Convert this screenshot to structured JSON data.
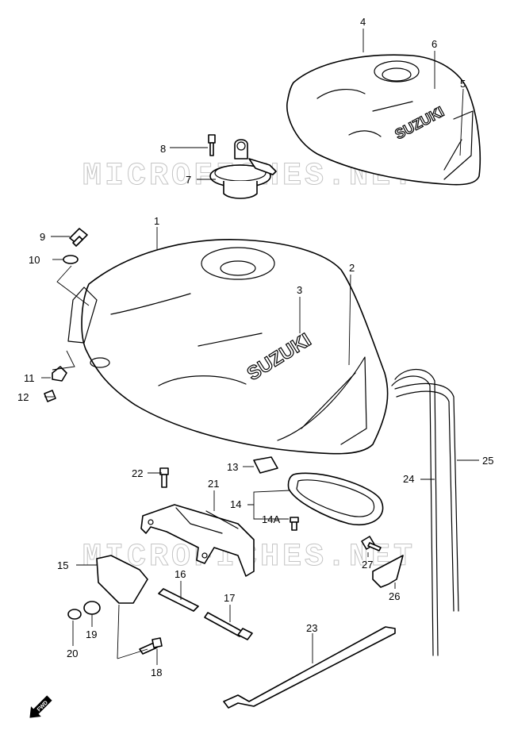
{
  "watermark": "MICROFICHES.NET",
  "brand_text": "SUZUKI",
  "fwd_label": "FWD",
  "callouts": {
    "c1": "1",
    "c2": "2",
    "c3": "3",
    "c4": "4",
    "c5": "5",
    "c6": "6",
    "c7": "7",
    "c8": "8",
    "c9": "9",
    "c10": "10",
    "c11": "11",
    "c12": "12",
    "c13": "13",
    "c14": "14",
    "c14a": "14A",
    "c15": "15",
    "c16": "16",
    "c17": "17",
    "c18": "18",
    "c19": "19",
    "c20": "20",
    "c21": "21",
    "c22": "22",
    "c23": "23",
    "c24": "24",
    "c25": "25",
    "c26": "26",
    "c27": "27"
  },
  "parts": [
    {
      "ref": "1",
      "name": "fuel-tank"
    },
    {
      "ref": "2",
      "name": "tank-side-decal"
    },
    {
      "ref": "3",
      "name": "suzuki-emblem"
    },
    {
      "ref": "4",
      "name": "tank-cover"
    },
    {
      "ref": "5",
      "name": "cover-side-decal"
    },
    {
      "ref": "6",
      "name": "cover-emblem"
    },
    {
      "ref": "7",
      "name": "fuel-cap"
    },
    {
      "ref": "8",
      "name": "cap-bolt"
    },
    {
      "ref": "9",
      "name": "mounting-bolt"
    },
    {
      "ref": "10",
      "name": "washer"
    },
    {
      "ref": "11",
      "name": "cushion"
    },
    {
      "ref": "12",
      "name": "cap-nut"
    },
    {
      "ref": "13",
      "name": "rubber-cushion"
    },
    {
      "ref": "14",
      "name": "fuel-pump-plate"
    },
    {
      "ref": "14A",
      "name": "plate-bolt"
    },
    {
      "ref": "15",
      "name": "rear-bracket"
    },
    {
      "ref": "16",
      "name": "pin"
    },
    {
      "ref": "17",
      "name": "long-bolt"
    },
    {
      "ref": "18",
      "name": "bracket-bolt"
    },
    {
      "ref": "19",
      "name": "bush"
    },
    {
      "ref": "20",
      "name": "collar"
    },
    {
      "ref": "21",
      "name": "tank-bracket"
    },
    {
      "ref": "22",
      "name": "bracket-bolt-upper"
    },
    {
      "ref": "23",
      "name": "prop-rod"
    },
    {
      "ref": "24",
      "name": "breather-hose"
    },
    {
      "ref": "25",
      "name": "drain-hose"
    },
    {
      "ref": "26",
      "name": "clamp"
    },
    {
      "ref": "27",
      "name": "clamp-screw"
    }
  ]
}
